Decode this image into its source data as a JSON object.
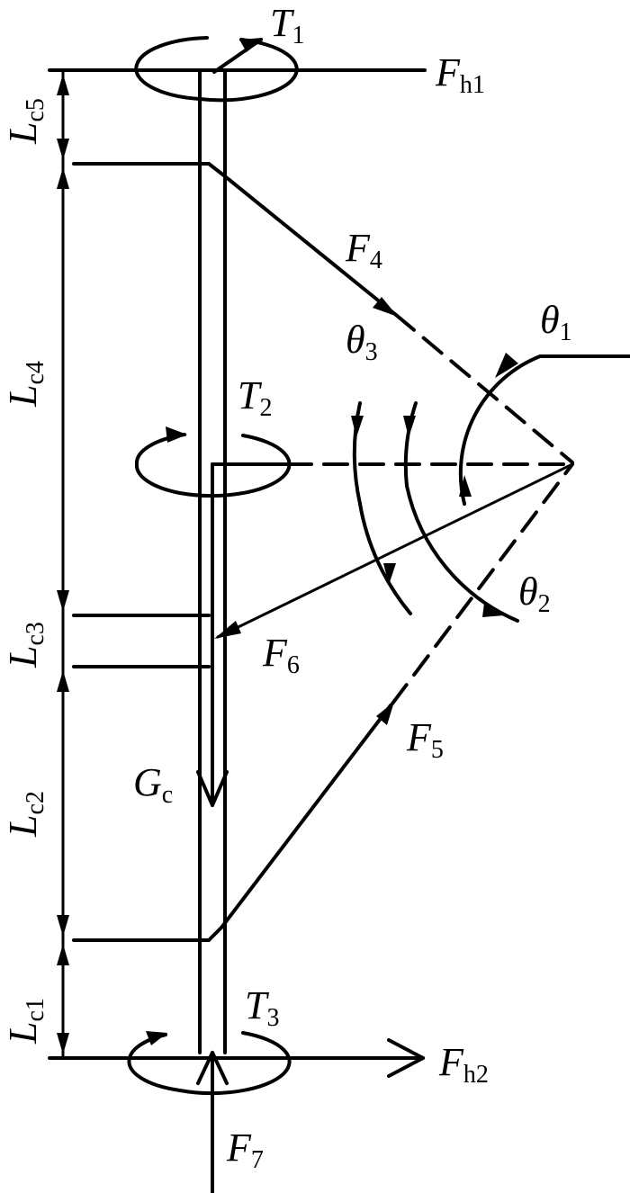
{
  "labels": {
    "T1": {
      "main": "T",
      "sub": "1"
    },
    "Fh1": {
      "main": "F",
      "sub": "h1"
    },
    "Lc5": {
      "main": "L",
      "sub": "c5"
    },
    "F4": {
      "main": "F",
      "sub": "4"
    },
    "theta1": {
      "main": "θ",
      "sub": "1"
    },
    "theta3": {
      "main": "θ",
      "sub": "3"
    },
    "Lc4": {
      "main": "L",
      "sub": "c4"
    },
    "T2": {
      "main": "T",
      "sub": "2"
    },
    "theta2": {
      "main": "θ",
      "sub": "2"
    },
    "Lc3": {
      "main": "L",
      "sub": "c3"
    },
    "F6": {
      "main": "F",
      "sub": "6"
    },
    "F5": {
      "main": "F",
      "sub": "5"
    },
    "Gc": {
      "main": "G",
      "sub": "c"
    },
    "Lc2": {
      "main": "L",
      "sub": "c2"
    },
    "Lc1": {
      "main": "L",
      "sub": "c1"
    },
    "T3": {
      "main": "T",
      "sub": "3"
    },
    "Fh2": {
      "main": "F",
      "sub": "h2"
    },
    "F7": {
      "main": "F",
      "sub": "7"
    }
  }
}
